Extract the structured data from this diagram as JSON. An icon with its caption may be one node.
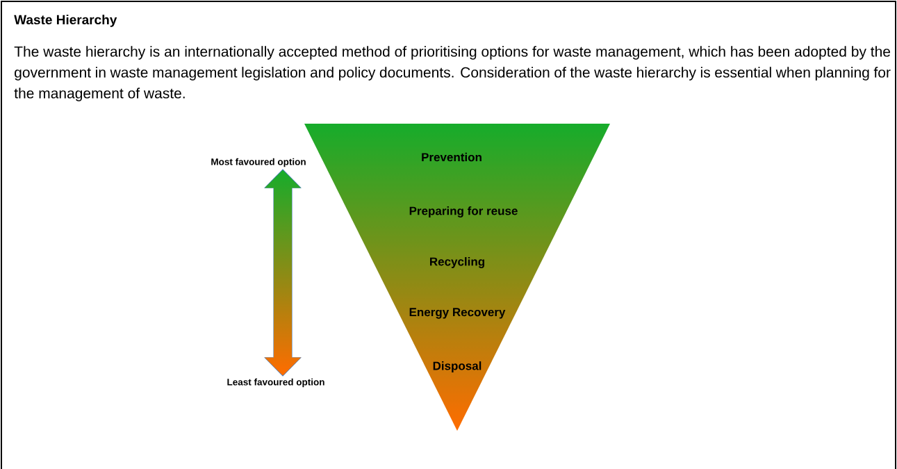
{
  "diagram": {
    "title": "Waste Hierarchy",
    "nodes": [
      {
        "text": [
          "Prevention",
          "Preparing for reuse",
          "Recycling",
          "Energy Recovery",
          "Disposal"
        ]
      },
      {
        "text": [
          "Most favoured option"
        ]
      },
      {
        "text": [
          "Least favoured option"
        ]
      }
    ],
    "edges": [
      {
        "from": 1,
        "to": 2,
        "arrow": "both"
      }
    ],
    "labels": [
      "The waste hierarchy is an internationally accepted method of prioritising options for waste management, which has been adopted by the government in waste management legislation and policy documents. Consideration of the waste hierarchy is essential when planning for the management of waste."
    ]
  }
}
